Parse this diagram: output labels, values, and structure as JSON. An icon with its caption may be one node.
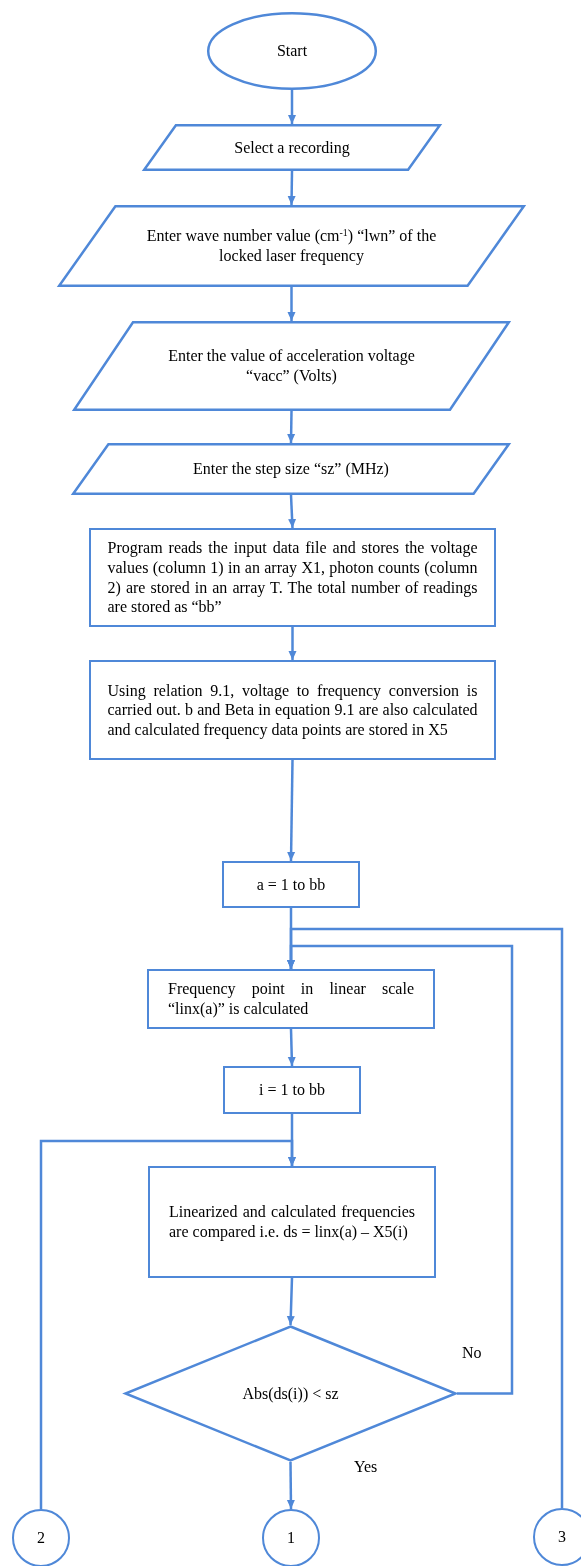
{
  "diagram": {
    "nodes": [
      {
        "text": [
          "Start"
        ]
      },
      {
        "text": [
          "Select a recording"
        ]
      },
      {
        "text": [
          "Enter wave number value (cm$^{-1}$) “lwn” of the locked laser frequency"
        ]
      },
      {
        "text": [
          "Enter the value of acceleration voltage “vacc” (Volts)"
        ]
      },
      {
        "text": [
          "Enter the step size “sz” (MHz)"
        ]
      },
      {
        "text": [
          "Program reads the input data file and stores the voltage values (column 1) in an array X1, photon counts (column 2) are stored in an array T. The total number of readings are stored as “bb”"
        ]
      },
      {
        "text": [
          "Using relation 9.1, voltage to frequency conversion is carried out. b and Beta in equation 9.1 are also calculated and calculated frequency data points are stored in X5"
        ]
      },
      {
        "text": [
          "a = 1 to bb"
        ]
      },
      {
        "text": [
          "Frequency point in linear scale “linx(a)” is calculated"
        ]
      },
      {
        "text": [
          "i = 1 to bb"
        ]
      },
      {
        "text": [
          "Linearized and calculated frequencies are compared i.e. ds = linx(a) – X5(i)"
        ]
      },
      {
        "text": [
          "Abs(ds(i)) < sz"
        ]
      },
      {
        "text": [
          "2"
        ]
      },
      {
        "text": [
          "1"
        ]
      },
      {
        "text": [
          "3"
        ]
      }
    ],
    "edges": [
      {
        "from": 0,
        "to": 1,
        "arrow": "to"
      },
      {
        "from": 1,
        "to": 2,
        "arrow": "to"
      },
      {
        "from": 2,
        "to": 3,
        "arrow": "to"
      },
      {
        "from": 3,
        "to": 4,
        "arrow": "to"
      },
      {
        "from": 4,
        "to": 5,
        "arrow": "to"
      },
      {
        "from": 5,
        "to": 6,
        "arrow": "to"
      },
      {
        "from": 6,
        "to": 7,
        "arrow": "to"
      },
      {
        "from": 7,
        "to": 8,
        "arrow": "to"
      },
      {
        "from": 8,
        "to": 9,
        "arrow": "to"
      },
      {
        "from": 9,
        "to": 10,
        "arrow": "to"
      },
      {
        "from": 10,
        "to": 11,
        "arrow": "to"
      },
      {
        "from": 11,
        "to": 13,
        "label": "Yes",
        "arrow": "to"
      },
      {
        "from": 11,
        "to": 8,
        "label": "No",
        "arrow": "to"
      },
      {
        "from": 12,
        "to": 10,
        "arrow": "to"
      },
      {
        "from": 14,
        "to": 8,
        "arrow": "to"
      }
    ]
  }
}
